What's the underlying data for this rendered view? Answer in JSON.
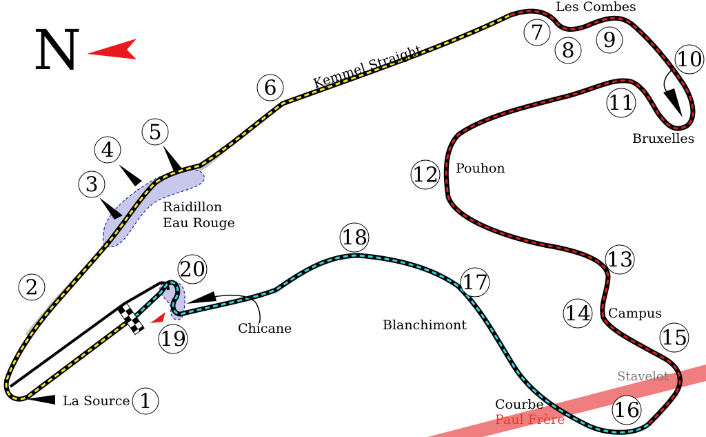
{
  "compass": {
    "letter": "N",
    "arrow_color": "#e8191f"
  },
  "sector_colors": {
    "sector1": "#f2e32a",
    "sector2": "#e02020",
    "sector3": "#33d6dd"
  },
  "labels": {
    "la_source": "La Source",
    "raidillon": "Raidillon",
    "eau_rouge": "Eau Rouge",
    "kemmel": "Kemmel Straight",
    "les_combes": "Les Combes",
    "bruxelles": "Bruxelles",
    "pouhon": "Pouhon",
    "campus": "Campus",
    "stavelot": "Stavelot",
    "blanchimont": "Blanchimont",
    "chicane": "Chicane",
    "courbe": "Courbe",
    "paul_frere": "Paul Frère"
  },
  "turns": [
    "1",
    "2",
    "3",
    "4",
    "5",
    "6",
    "7",
    "8",
    "9",
    "10",
    "11",
    "12",
    "13",
    "14",
    "15",
    "16",
    "17",
    "18",
    "19",
    "20"
  ]
}
